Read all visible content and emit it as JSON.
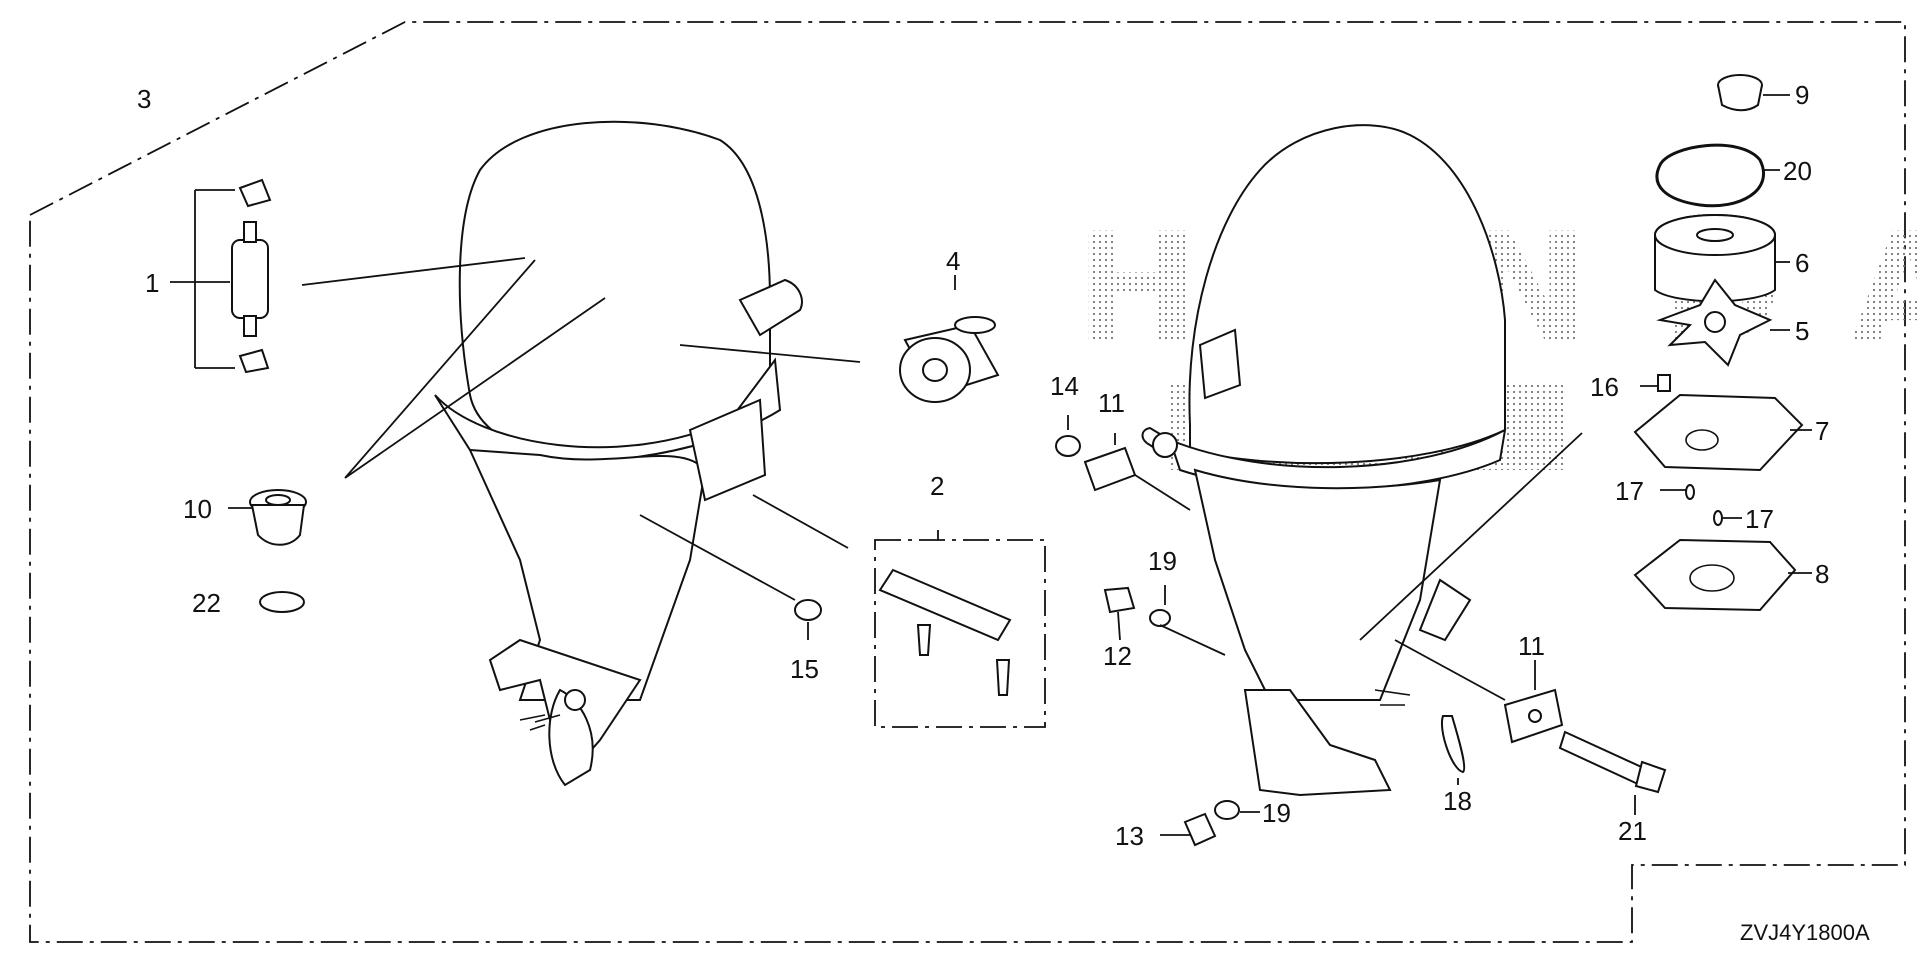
{
  "diagram": {
    "code": "ZVJ4Y1800A",
    "watermark": "HONDA",
    "callouts": [
      {
        "id": "c1",
        "text": "1"
      },
      {
        "id": "c2",
        "text": "2"
      },
      {
        "id": "c3",
        "text": "3"
      },
      {
        "id": "c4",
        "text": "4"
      },
      {
        "id": "c5",
        "text": "5"
      },
      {
        "id": "c6",
        "text": "6"
      },
      {
        "id": "c7",
        "text": "7"
      },
      {
        "id": "c8",
        "text": "8"
      },
      {
        "id": "c9",
        "text": "9"
      },
      {
        "id": "c10",
        "text": "10"
      },
      {
        "id": "c11a",
        "text": "11"
      },
      {
        "id": "c11b",
        "text": "11"
      },
      {
        "id": "c12",
        "text": "12"
      },
      {
        "id": "c13",
        "text": "13"
      },
      {
        "id": "c14",
        "text": "14"
      },
      {
        "id": "c15",
        "text": "15"
      },
      {
        "id": "c16",
        "text": "16"
      },
      {
        "id": "c17a",
        "text": "17"
      },
      {
        "id": "c17b",
        "text": "17"
      },
      {
        "id": "c18",
        "text": "18"
      },
      {
        "id": "c19a",
        "text": "19"
      },
      {
        "id": "c19b",
        "text": "19"
      },
      {
        "id": "c20",
        "text": "20"
      },
      {
        "id": "c21",
        "text": "21"
      },
      {
        "id": "c22",
        "text": "22"
      }
    ]
  }
}
